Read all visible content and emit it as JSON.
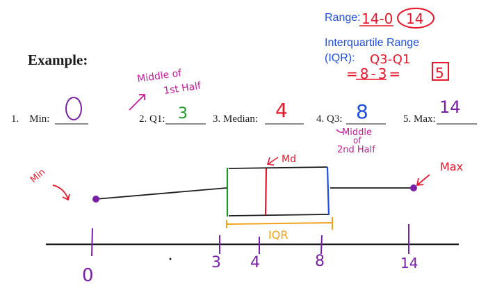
{
  "header": {
    "title": "Example:",
    "range_label": "Range:",
    "iqr_label_line1": "Interquartile Range",
    "iqr_label_line2": "(IQR):"
  },
  "questions": [
    {
      "number": "1.",
      "label": "Min:",
      "answer": "0"
    },
    {
      "number": "2.",
      "label": "Q1:",
      "answer": "3"
    },
    {
      "number": "3.",
      "label": "Median:",
      "answer": "4"
    },
    {
      "number": "4.",
      "label": "Q3:",
      "answer": "8"
    },
    {
      "number": "5.",
      "label": "Max:",
      "answer": "14"
    }
  ],
  "handwriting": {
    "range_work": "14-0",
    "range_answer": "14",
    "iqr_formula": "Q3-Q1",
    "iqr_work": "=8-3=",
    "iqr_answer": "5",
    "q1_note_line1": "Middle of",
    "q1_note_line2": "1st Half",
    "q3_note_line1": "Middle",
    "q3_note_line2": "of",
    "q3_note_line3": "2nd Half",
    "min_label": "Min",
    "median_label": "Md",
    "max_label": "Max",
    "iqr_bracket_label": "IQR"
  },
  "number_line": {
    "ticks": [
      "0",
      "3",
      "4",
      "8",
      "14"
    ]
  },
  "colors": {
    "typed_text": "#1a1a1a",
    "blue": "#1f4fe0",
    "red": "#e8172b",
    "magenta": "#c8199c",
    "green": "#1d9a2a",
    "purple": "#7a1fa8",
    "orange": "#f2a21a"
  }
}
